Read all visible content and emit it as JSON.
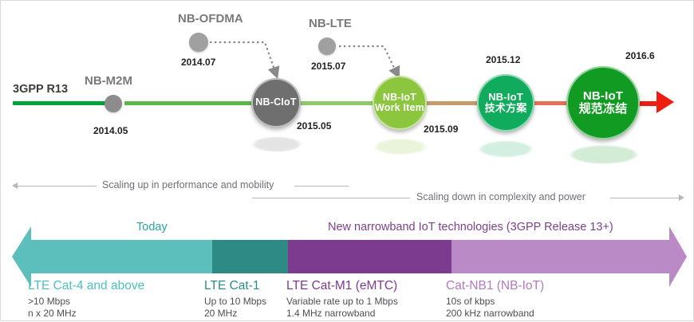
{
  "timeline": {
    "line_label": "3GPP R13",
    "end_arrow_color": "#ee1c11",
    "nodes": [
      {
        "id": "nb-m2m",
        "title": "NB-M2M",
        "date": "2014.05",
        "kind": "dot",
        "color": "#8c8c8c"
      },
      {
        "id": "nb-ofdma",
        "title": "NB-OFDMA",
        "date": "2014.07",
        "kind": "dot",
        "color": "#a0a0a0"
      },
      {
        "id": "nb-lte",
        "title": "NB-LTE",
        "date": "2015.07",
        "kind": "dot",
        "color": "#a0a0a0"
      },
      {
        "id": "nb-ciot",
        "title": "NB-CIoT",
        "date": "2015.05",
        "kind": "circle",
        "label_l1": "NB-CIoT",
        "label_l2": "",
        "color": "#6f6f6f"
      },
      {
        "id": "nb-iot-wi",
        "title": "",
        "date": "2015.09",
        "kind": "circle",
        "label_l1": "NB-IoT",
        "label_l2": "Work Item",
        "color": "#8cc63f"
      },
      {
        "id": "nb-iot-tech",
        "title": "",
        "date": "2015.12",
        "kind": "circle",
        "label_l1": "NB-IoT",
        "label_l2": "技术方案",
        "color": "#11ab5e"
      },
      {
        "id": "nb-iot-froz",
        "title": "",
        "date": "2016.6",
        "kind": "circle",
        "label_l1": "NB-IoT",
        "label_l2": "规范冻结",
        "color": "#119b22"
      }
    ]
  },
  "scaling": {
    "up_label": "Scaling up in performance and mobility",
    "down_label": "Scaling down in complexity and power"
  },
  "band": {
    "heading_left": "Today",
    "heading_left_color": "#2aa5a0",
    "heading_right": "New narrowband IoT technologies (3GPP Release 13+)",
    "heading_right_color": "#7e3f8f",
    "segments": [
      {
        "id": "lte-cat4",
        "color": "#5cbfbb"
      },
      {
        "id": "lte-cat1",
        "color": "#2e8a85"
      },
      {
        "id": "lte-cat-m1",
        "color": "#7c3b8e"
      },
      {
        "id": "cat-nb1",
        "color": "#b98ac6"
      }
    ],
    "categories": [
      {
        "id": "lte-cat4",
        "title": "LTE Cat-4 and above",
        "color": "#4fc0bd",
        "line1": ">10 Mbps",
        "line2": "n x 20 MHz"
      },
      {
        "id": "lte-cat1",
        "title": "LTE Cat-1",
        "color": "#2e8a85",
        "line1": "Up to 10 Mbps",
        "line2": "20 MHz"
      },
      {
        "id": "lte-cat-m1",
        "title": "LTE Cat-M1 (eMTC)",
        "color": "#7c3b8e",
        "line1": "Variable rate up to 1 Mbps",
        "line2": "1.4 MHz narrowband"
      },
      {
        "id": "cat-nb1",
        "title": "Cat-NB1 (NB-IoT)",
        "color": "#b07ac0",
        "line1": "10s of kbps",
        "line2": "200 kHz narrowband"
      }
    ]
  }
}
